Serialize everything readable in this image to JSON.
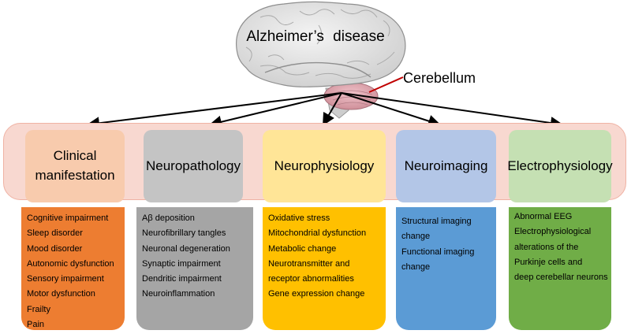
{
  "title": "Alzheimer’s disease",
  "cerebellum_label": "Cerebellum",
  "colors": {
    "band": "#f8d8d0",
    "arrow": "#000000",
    "pointer": "#c00000"
  },
  "categories": [
    {
      "title": "Clinical manifestation",
      "header_color": "#f8cbad",
      "detail_color": "#ed7d31",
      "items": [
        "Cognitive impairment",
        "Sleep disorder",
        "Mood disorder",
        "Autonomic dysfunction",
        "Sensory impairment",
        "Motor dysfunction",
        "Frailty",
        "Pain"
      ]
    },
    {
      "title": "Neuropathology",
      "header_color": "#c4c4c4",
      "detail_color": "#a5a5a5",
      "items": [
        "Aβ deposition",
        "Neurofibrillary tangles",
        "Neuronal degeneration",
        "Synaptic impairment",
        "Dendritic impairment",
        "Neuroinflammation"
      ]
    },
    {
      "title": "Neurophysiology",
      "header_color": "#ffe597",
      "detail_color": "#ffc000",
      "items": [
        "Oxidative stress",
        "Mitochondrial dysfunction",
        "Metabolic change",
        "Neurotransmitter and",
        "receptor abnormalities",
        "Gene expression change"
      ]
    },
    {
      "title": "Neuroimaging",
      "header_color": "#b3c6e7",
      "detail_color": "#5b9bd5",
      "items": [
        "Structural imaging",
        "change",
        "Functional imaging",
        "change"
      ]
    },
    {
      "title": "Electrophysiology",
      "header_color": "#c5e0b3",
      "detail_color": "#70ad47",
      "items": [
        "Abnormal EEG",
        "Electrophysiological",
        "alterations of the",
        "Purkinje cells and",
        "deep cerebellar neurons"
      ]
    }
  ]
}
